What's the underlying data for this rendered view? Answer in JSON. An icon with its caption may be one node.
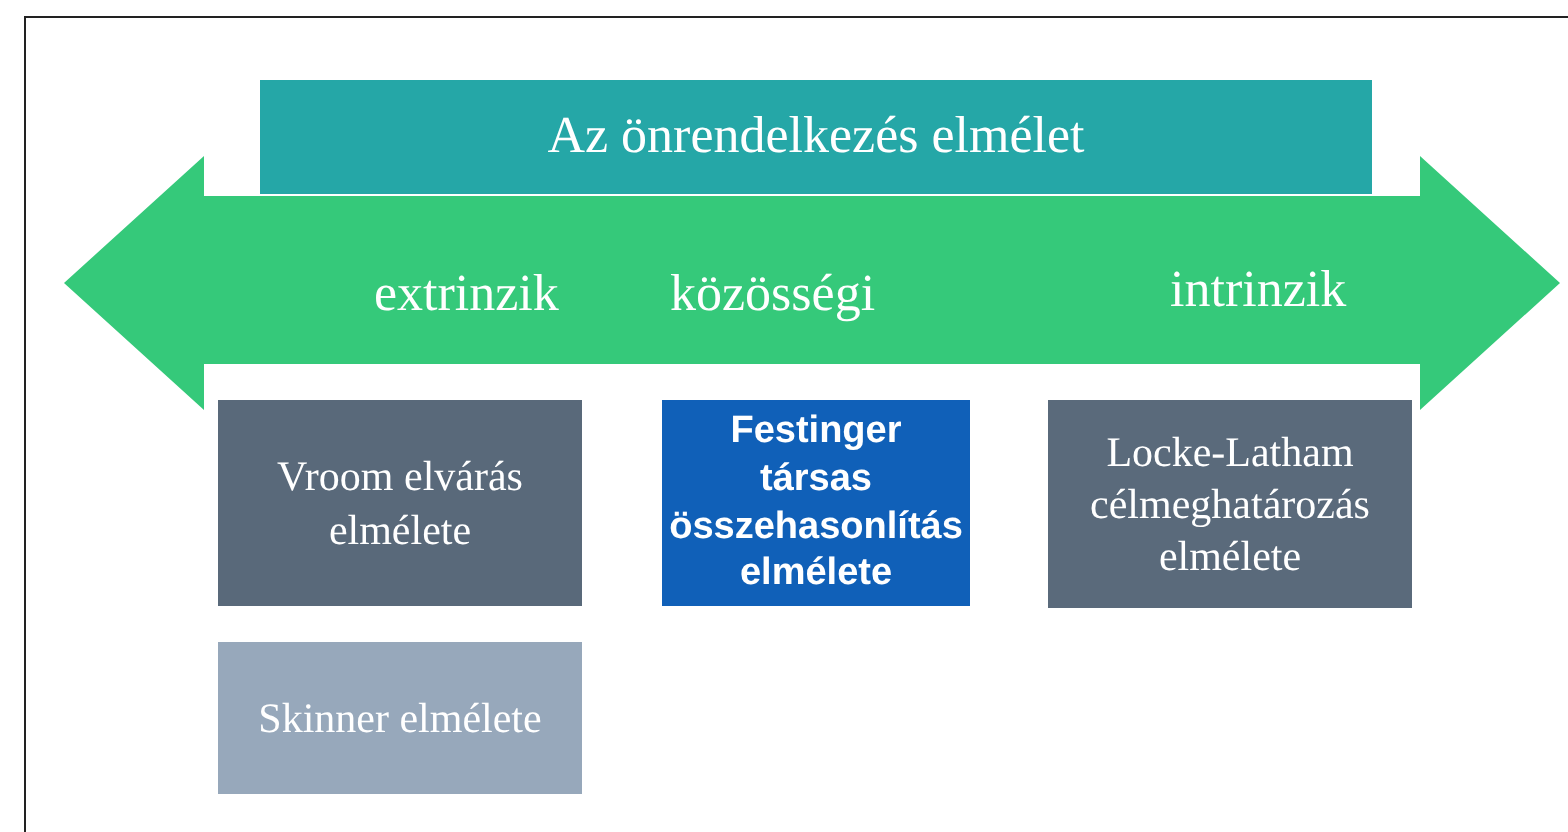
{
  "diagram": {
    "nodes": [
      {
        "text": [
          "Az önrendelkezés elmélet"
        ]
      },
      {
        "text": [
          "extrinzik",
          "közösségi",
          "intrinzik"
        ]
      },
      {
        "text": [
          "Vroom elvárás elmélete"
        ]
      },
      {
        "text": [
          "Festinger társas összehasonlítás elmélete"
        ]
      },
      {
        "text": [
          "Locke-Latham célmeghatározás elmélete"
        ]
      },
      {
        "text": [
          "Skinner elmélete"
        ]
      }
    ]
  }
}
